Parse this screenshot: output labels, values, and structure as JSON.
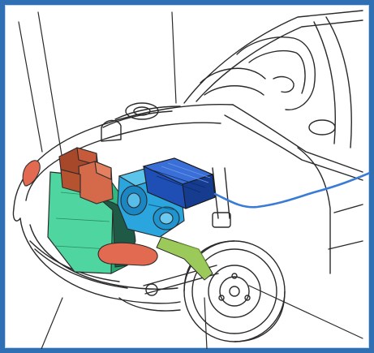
{
  "colors": {
    "frame": "#2f6fb4",
    "background": "#ffffff",
    "outline": "#2a2a2a",
    "battery_box": "#4fd6a0",
    "control_unit_top": "#b5522f",
    "control_unit_block": "#c95c3e",
    "tank_light_blue": "#2aa5dd",
    "tank_dark_blue": "#1f4fb5",
    "shaft_green": "#9bc95a",
    "cable_blue": "#3a7bd5",
    "accent_orange": "#e26a50"
  },
  "components": [
    {
      "name": "battery-box"
    },
    {
      "name": "control-unit"
    },
    {
      "name": "motor-unit"
    },
    {
      "name": "controller-housing"
    },
    {
      "name": "drive-shaft"
    },
    {
      "name": "power-cable"
    },
    {
      "name": "wheel"
    }
  ]
}
